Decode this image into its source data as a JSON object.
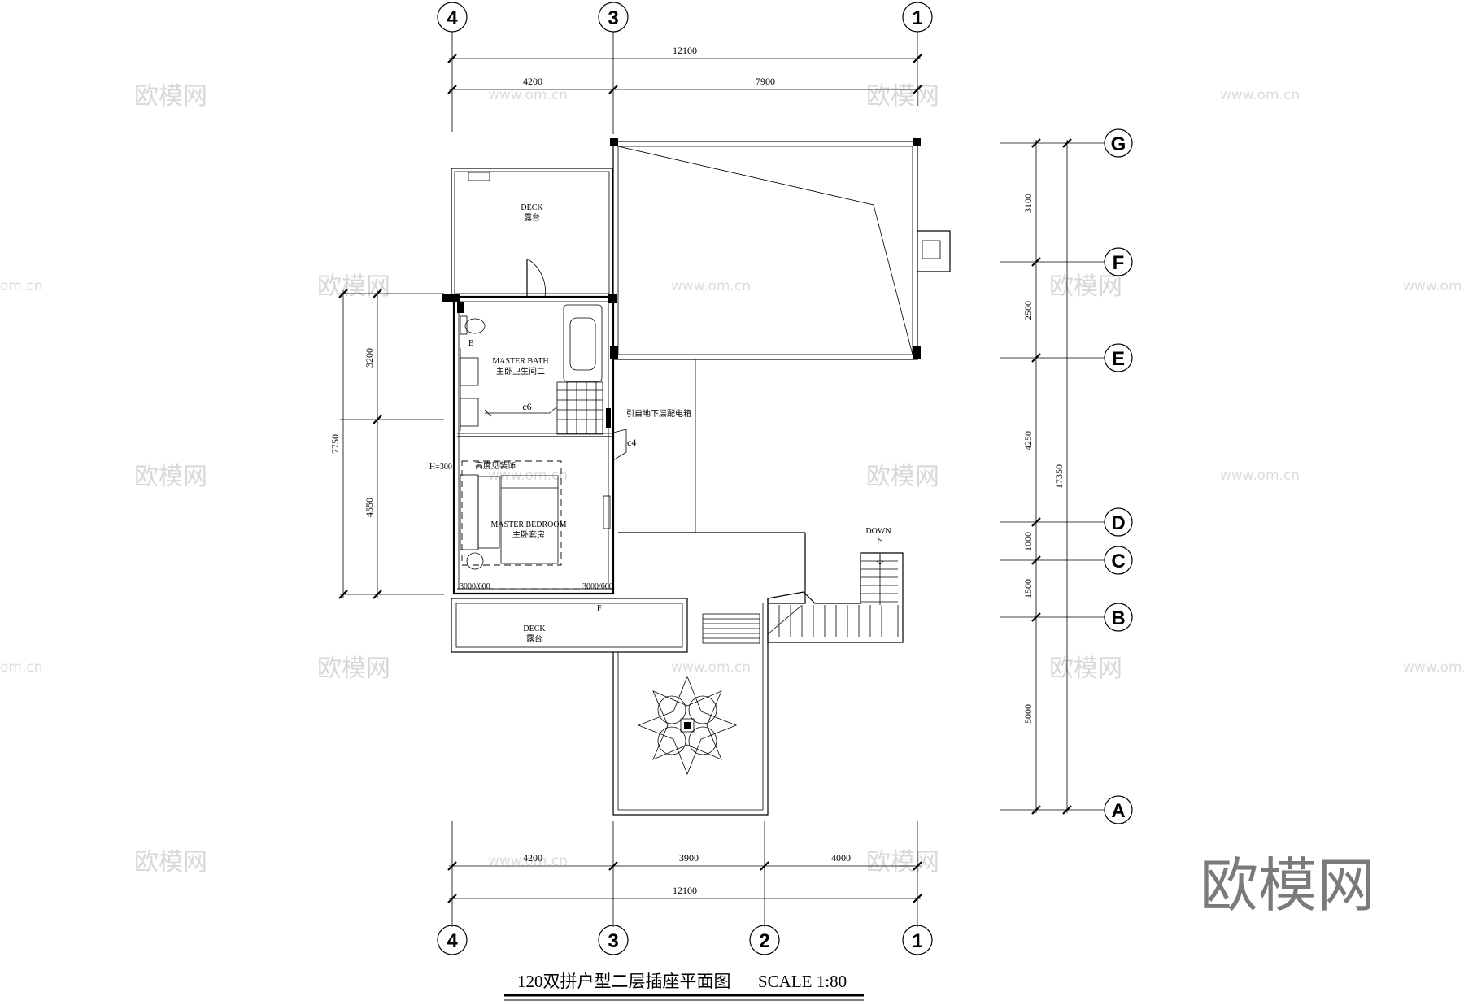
{
  "drawing": {
    "title": "120双拼户型二层插座平面图",
    "scale": "SCALE 1:80"
  },
  "grid": {
    "top_axes": [
      "4",
      "3",
      "1"
    ],
    "bottom_axes": [
      "4",
      "3",
      "2",
      "1"
    ],
    "right_axes": [
      "G",
      "F",
      "E",
      "D",
      "C",
      "B",
      "A"
    ]
  },
  "dimensions": {
    "top_total": "12100",
    "top_segments": [
      "4200",
      "7900"
    ],
    "bottom_segments": [
      "4200",
      "3900",
      "4000"
    ],
    "bottom_total": "12100",
    "right_segments": [
      "3100",
      "2500",
      "4250",
      "1000",
      "1500",
      "5000"
    ],
    "right_total": "17350",
    "left_segments": [
      "3200",
      "4550"
    ],
    "left_total": "7750"
  },
  "rooms": {
    "deck_upper_en": "DECK",
    "deck_upper_cn": "露台",
    "bath_en": "MASTER BATH",
    "bath_cn": "主卧卫生间二",
    "bedroom_en": "MASTER BEDROOM",
    "bedroom_cn": "主卧套房",
    "deck_lower_en": "DECK",
    "deck_lower_cn": "露台"
  },
  "annotations": {
    "circuit_c6": "c6",
    "circuit_c4": "c4",
    "panel_note": "引自地下层配电箱",
    "height_note": "高度见装饰",
    "h300": "H=300",
    "stair_down_en": "DOWN",
    "stair_down_cn": "下",
    "socket_left": "3000/600",
    "socket_right": "3000/600",
    "mark_f": "F",
    "mark_b": "B"
  },
  "watermark": {
    "brand": "欧模网",
    "url": "www.om.cn",
    "url_short": "om.cn"
  }
}
